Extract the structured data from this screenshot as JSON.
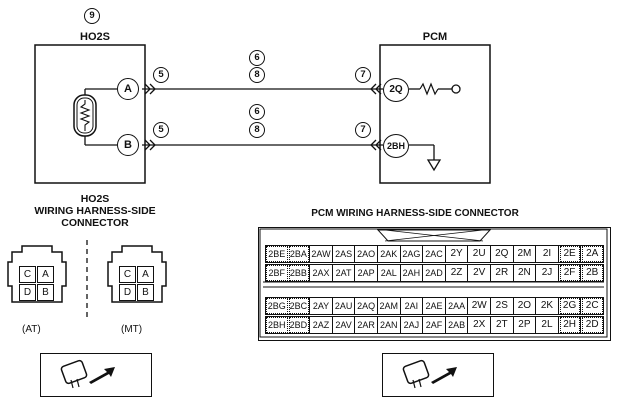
{
  "top_marker": "9",
  "ho2s_title": "HO2S",
  "pcm_title": "PCM",
  "wires": [
    {
      "pin_sensor": "A",
      "pin_pcm": "2Q",
      "mid_upper": "6",
      "mid_lower": "8",
      "left_marker": "5",
      "right_marker": "7"
    },
    {
      "pin_sensor": "B",
      "pin_pcm": "2BH",
      "mid_upper": "6",
      "mid_lower": "8",
      "left_marker": "5",
      "right_marker": "7"
    }
  ],
  "harness_left": {
    "title_lines": [
      "HO2S",
      "WIRING HARNESS-SIDE",
      "CONNECTOR"
    ],
    "connectors": [
      {
        "pins": [
          "C",
          "A",
          "D",
          "B"
        ],
        "caption": "(AT)"
      },
      {
        "pins": [
          "C",
          "A",
          "D",
          "B"
        ],
        "caption": "(MT)"
      }
    ]
  },
  "pcm_connector": {
    "title": "PCM WIRING HARNESS-SIDE CONNECTOR",
    "rows": [
      [
        "2BE",
        "2BA",
        "2AW",
        "2AS",
        "2AO",
        "2AK",
        "2AG",
        "2AC",
        "2Y",
        "2U",
        "2Q",
        "2M",
        "2I",
        "2E",
        "2A"
      ],
      [
        "2BF",
        "2BB",
        "2AX",
        "2AT",
        "2AP",
        "2AL",
        "2AH",
        "2AD",
        "2Z",
        "2V",
        "2R",
        "2N",
        "2J",
        "2F",
        "2B"
      ],
      [
        "2BG",
        "2BC",
        "2AY",
        "2AU",
        "2AQ",
        "2AM",
        "2AI",
        "2AE",
        "2AA",
        "2W",
        "2S",
        "2O",
        "2K",
        "2G",
        "2C"
      ],
      [
        "2BH",
        "2BD",
        "2AZ",
        "2AV",
        "2AR",
        "2AN",
        "2AJ",
        "2AF",
        "2AB",
        "2X",
        "2T",
        "2P",
        "2L",
        "2H",
        "2D"
      ]
    ]
  }
}
